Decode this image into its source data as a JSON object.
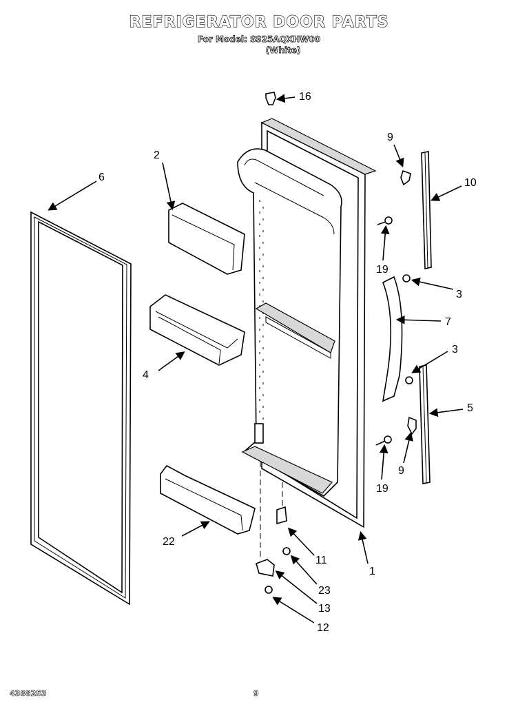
{
  "header": {
    "title": "REFRIGERATOR DOOR PARTS",
    "model_line": "For Model: SS25AQXHW00",
    "color_line": "(White)"
  },
  "footer": {
    "doc_number": "4388253",
    "page_number": "9"
  },
  "callouts": [
    "16",
    "2",
    "6",
    "9",
    "10",
    "19",
    "3",
    "7",
    "4",
    "3",
    "5",
    "9",
    "19",
    "22",
    "11",
    "1",
    "23",
    "13",
    "12"
  ]
}
